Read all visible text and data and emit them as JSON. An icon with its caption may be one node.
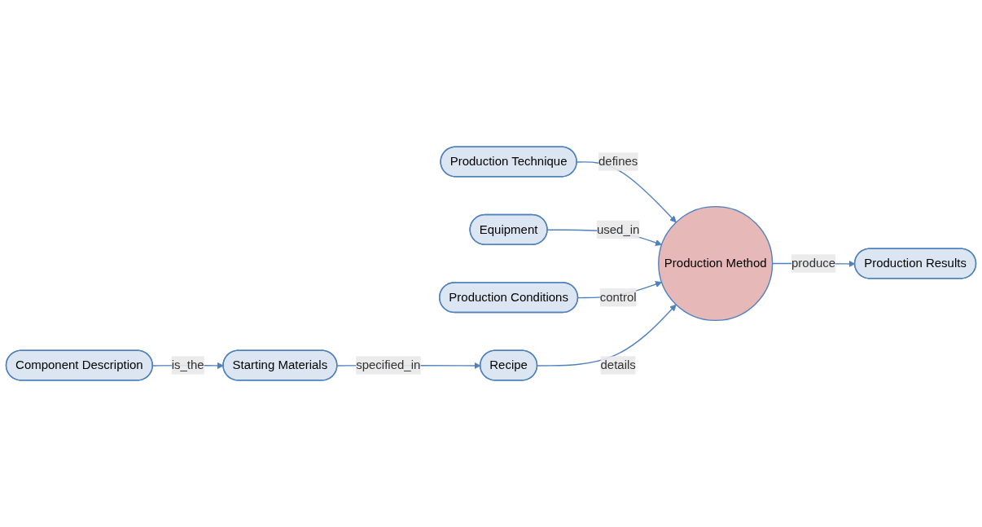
{
  "diagram": {
    "nodes": [
      {
        "text": [
          "Production Technique"
        ]
      },
      {
        "text": [
          "Equipment"
        ]
      },
      {
        "text": [
          "Production Conditions"
        ]
      },
      {
        "text": [
          "Production Method"
        ]
      },
      {
        "text": [
          "Production Results"
        ]
      },
      {
        "text": [
          "Component Description"
        ]
      },
      {
        "text": [
          "Starting Materials"
        ]
      },
      {
        "text": [
          "Recipe"
        ]
      }
    ],
    "edges": [
      {
        "from": 0,
        "to": 3,
        "arrow": "to",
        "label": "defines"
      },
      {
        "from": 1,
        "to": 3,
        "arrow": "to",
        "label": "used_in"
      },
      {
        "from": 2,
        "to": 3,
        "arrow": "to",
        "label": "control"
      },
      {
        "from": 3,
        "to": 4,
        "arrow": "to",
        "label": "produce"
      },
      {
        "from": 5,
        "to": 6,
        "arrow": "to",
        "label": "is_the"
      },
      {
        "from": 6,
        "to": 7,
        "arrow": "to",
        "label": "specified_in"
      },
      {
        "from": 7,
        "to": 3,
        "arrow": "to",
        "label": "details"
      }
    ]
  }
}
